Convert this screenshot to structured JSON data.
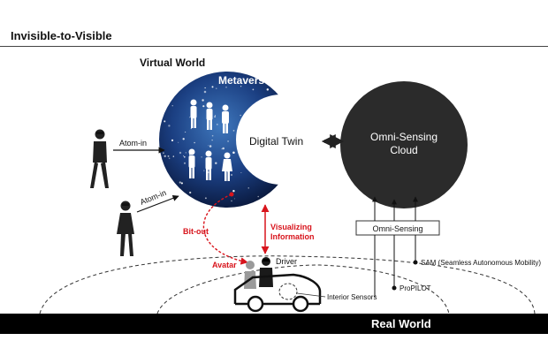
{
  "header": {
    "title": "Invisible-to-Visible"
  },
  "labels": {
    "virtual_world": "Virtual World",
    "metaverse": "Metaverse",
    "digital_twin": "Digital Twin",
    "cloud_line1": "Omni-Sensing",
    "cloud_line2": "Cloud",
    "atom_in_1": "Atom-in",
    "atom_in_2": "Atom-in",
    "bit_out": "Bit-out",
    "visualizing_line1": "Visualizing",
    "visualizing_line2": "Information",
    "avatar": "Avatar",
    "driver": "Driver",
    "omni_sensing_box": "Omni-Sensing",
    "sam": "SAM (Seamless Autonomous Mobility)",
    "propilot": "ProPILOT",
    "interior_sensors": "Interior Sensors",
    "real_world": "Real World"
  },
  "colors": {
    "accent_red": "#d8141c",
    "cloud": "#2b2b2b",
    "metaverse_deep": "#0a1a44",
    "metaverse_light": "#3a6fb0"
  }
}
